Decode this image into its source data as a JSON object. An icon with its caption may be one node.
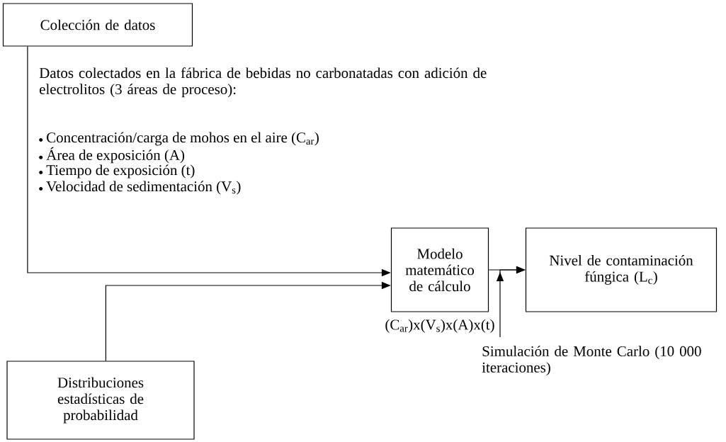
{
  "diagram": {
    "nodes": [
      {
        "text": [
          "Colección de datos"
        ]
      },
      {
        "text": [
          "Modelo matemático de cálculo"
        ],
        "beside": [
          "(C$_{ar}$)x(V$_{s}$)x(A)x(t)"
        ]
      },
      {
        "text": [
          "Nivel de contaminación fúngica (L$_{c}$)"
        ]
      },
      {
        "text": [
          "Distribuciones estadísticas de probabilidad"
        ]
      },
      {
        "text": [
          "Simulación de Monte Carlo (10 000 iteraciones)"
        ]
      }
    ],
    "edges": [
      {
        "from": 0,
        "to": 1,
        "arrow": "to"
      },
      {
        "from": 3,
        "to": 1,
        "arrow": "to"
      },
      {
        "from": 1,
        "to": 2,
        "arrow": "to"
      },
      {
        "from": 4,
        "to": 2,
        "arrow": "to"
      }
    ],
    "labels": [
      "Datos colectados en la fábrica de bebidas no carbonatadas con adición de electrolitos (3 áreas de proceso):",
      "Concentración/carga de mohos en el aire (C$_{ar}$)",
      "Área de exposición (A)",
      "Tiempo de exposición (t)",
      "Velocidad de sedimentación (V$_{s}$)"
    ]
  }
}
